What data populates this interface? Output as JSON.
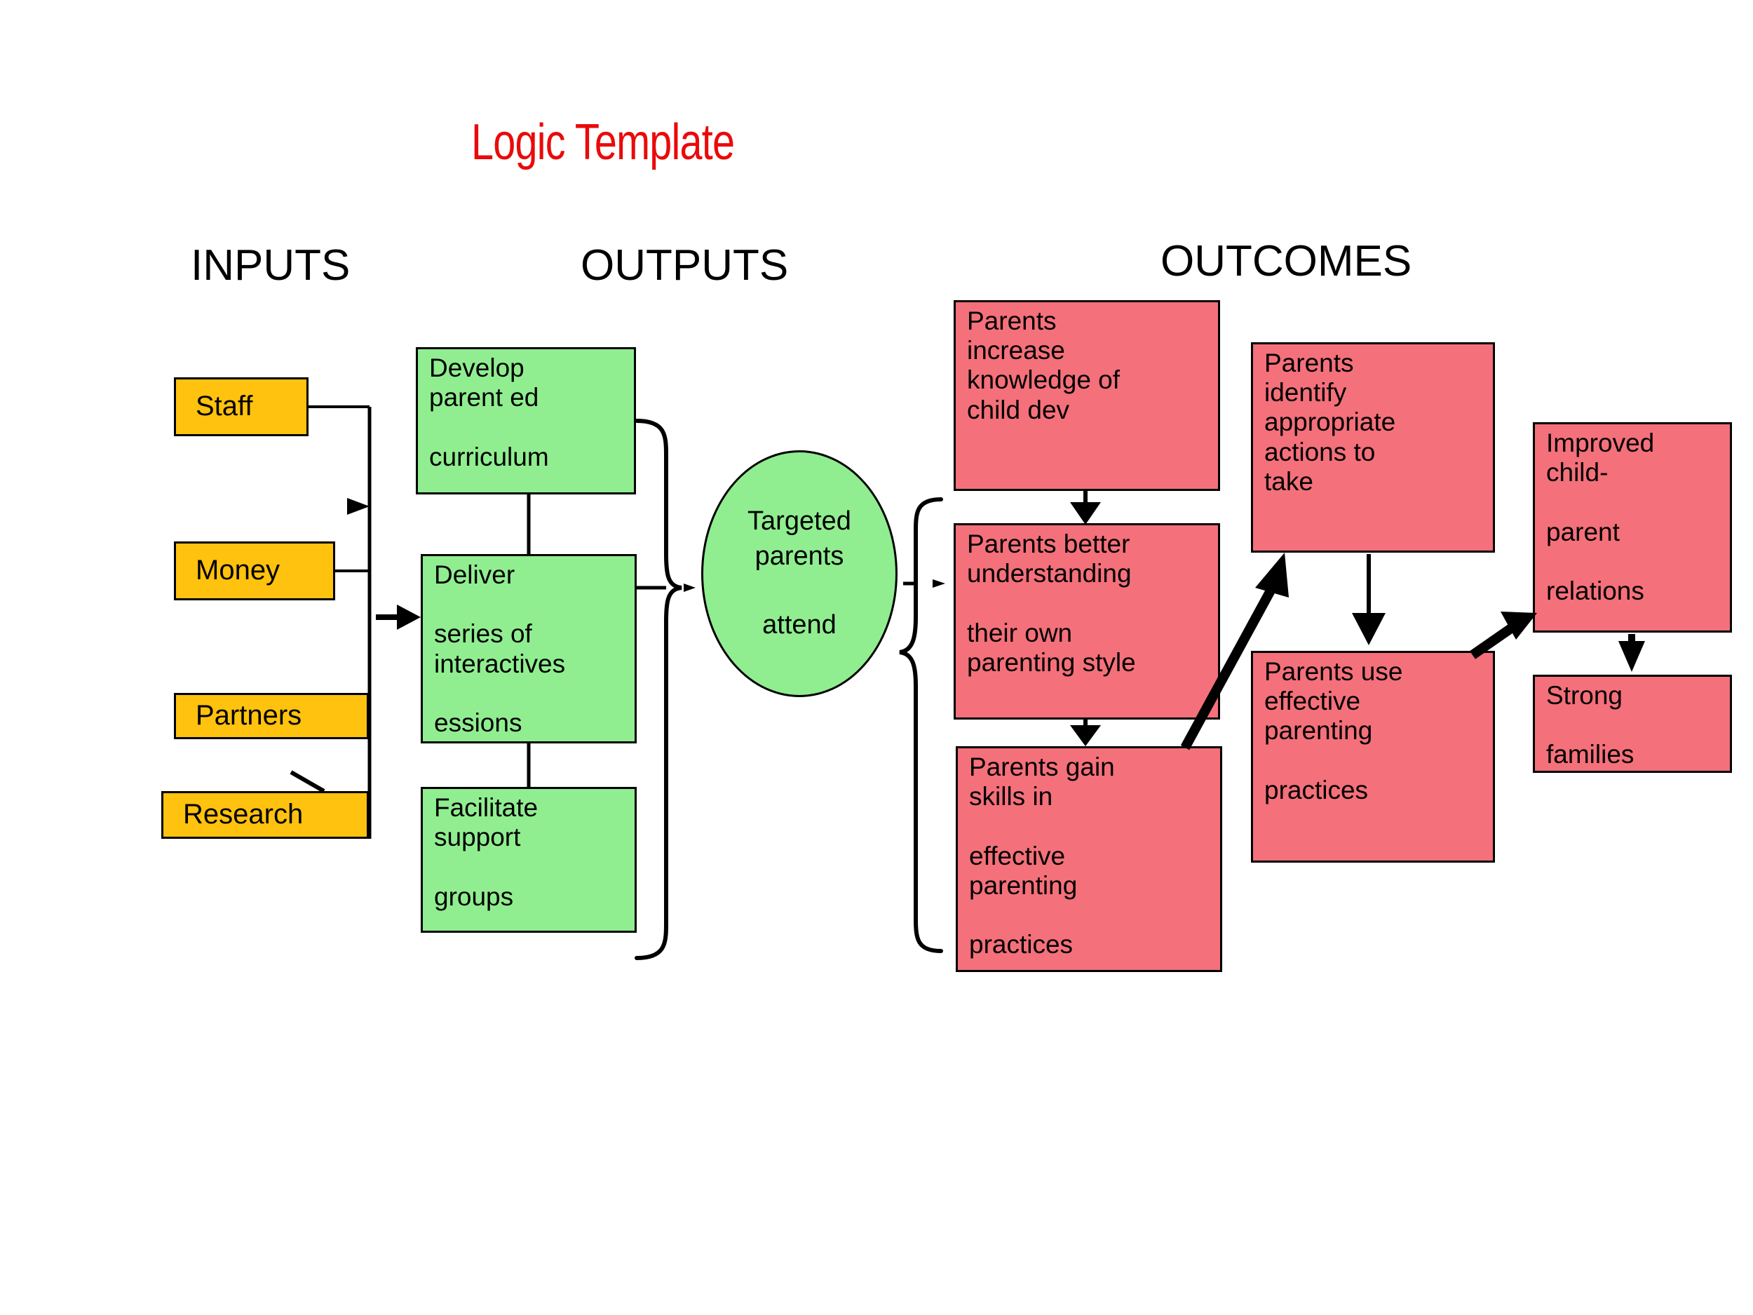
{
  "title": "Logic Template",
  "headers": {
    "inputs": "INPUTS",
    "outputs": "OUTPUTS",
    "outcomes": "OUTCOMES"
  },
  "colors": {
    "title": "#ea0a0a",
    "inputs_fill": "#FFC20E",
    "outputs_fill": "#90EE90",
    "outcomes_fill": "#F4707A",
    "stroke": "#000000",
    "background": "#ffffff"
  },
  "inputs": [
    {
      "label": "Staff"
    },
    {
      "label": "Money"
    },
    {
      "label": "Partners"
    },
    {
      "label": "Research"
    }
  ],
  "outputs": {
    "activities": [
      {
        "label": "Develop\nparent ed\n\ncurriculum"
      },
      {
        "label": "Deliver\n\nseries of\ninteractives\n\nessions"
      },
      {
        "label": "Facilitate\nsupport\n\ngroups"
      }
    ],
    "participation": {
      "label": "Targeted\nparents\n\nattend"
    }
  },
  "outcomes": {
    "short_term": [
      {
        "label": "Parents\nincrease\nknowledge of\nchild dev"
      },
      {
        "label": "Parents better\nunderstanding\n\ntheir own\nparenting style"
      },
      {
        "label": "Parents gain\nskills in\n\neffective\nparenting\n\npractices"
      }
    ],
    "medium_term": [
      {
        "label": "Parents\nidentify\nappropriate\nactions to\ntake"
      },
      {
        "label": "Parents use\neffective\nparenting\n\npractices"
      }
    ],
    "long_term": [
      {
        "label": "Improved\nchild-\n\nparent\n\nrelations"
      },
      {
        "label": "Strong\n\nfamilies"
      }
    ]
  }
}
